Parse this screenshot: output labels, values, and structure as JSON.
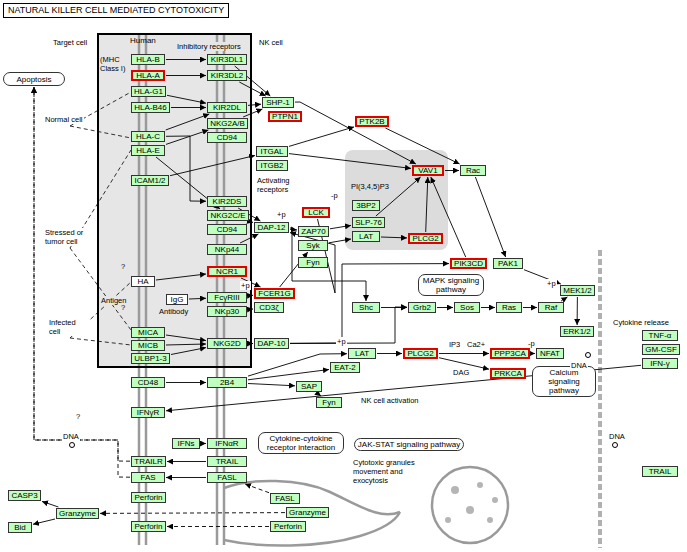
{
  "diagram": {
    "title": "NATURAL KILLER CELL MEDIATED CYTOTOXICITY",
    "nodes": [
      {
        "text": [
          "Human"
        ]
      },
      {
        "text": [
          "HLA-B"
        ],
        "in": 0
      },
      {
        "text": [
          "HLA-A"
        ],
        "in": 0
      },
      {
        "text": [
          "HLA-G1"
        ],
        "in": 0
      },
      {
        "text": [
          "HLA-B46"
        ],
        "in": 0
      },
      {
        "text": [
          "HLA-C"
        ],
        "in": 0
      },
      {
        "text": [
          "HLA-E"
        ],
        "in": 0
      },
      {
        "text": [
          "ICAM1/2"
        ],
        "in": 0
      },
      {
        "text": [
          "HA"
        ],
        "in": 0
      },
      {
        "text": [
          "IgG"
        ],
        "in": 0
      },
      {
        "text": [
          "MICA"
        ],
        "in": 0
      },
      {
        "text": [
          "MICB"
        ],
        "in": 0
      },
      {
        "text": [
          "ULBP1-3"
        ],
        "in": 0
      },
      {
        "text": [
          "KIR3DL1"
        ],
        "in": 0
      },
      {
        "text": [
          "KIR3DL2"
        ],
        "in": 0
      },
      {
        "text": [
          "KIR2DL"
        ],
        "in": 0
      },
      {
        "text": [
          "NKG2A/B"
        ],
        "in": 0
      },
      {
        "text": [
          "CD94"
        ],
        "in": 0
      },
      {
        "text": [
          "KIR2DS"
        ],
        "in": 0
      },
      {
        "text": [
          "NKG2C/E"
        ],
        "in": 0
      },
      {
        "text": [
          "CD94"
        ],
        "in": 0
      },
      {
        "text": [
          "NKp44"
        ],
        "in": 0
      },
      {
        "text": [
          "NCR1"
        ],
        "in": 0
      },
      {
        "text": [
          "FcγRIII"
        ],
        "in": 0
      },
      {
        "text": [
          "NKp30"
        ],
        "in": 0
      },
      {
        "text": [
          "NKG2D"
        ],
        "in": 0
      },
      {
        "text": [
          "ITGAL"
        ]
      },
      {
        "text": [
          "ITGB2"
        ]
      },
      {
        "text": [
          "SHP-1"
        ]
      },
      {
        "text": [
          "PTPN1"
        ]
      },
      {
        "text": [
          "PTK2B"
        ]
      },
      {
        "text": [
          "VAV1"
        ]
      },
      {
        "text": [
          "Rac"
        ]
      },
      {
        "text": [
          "DAP-12"
        ]
      },
      {
        "text": [
          "LCK"
        ]
      },
      {
        "text": [
          "3BP2"
        ]
      },
      {
        "text": [
          "SLP-76"
        ]
      },
      {
        "text": [
          "LAT"
        ]
      },
      {
        "text": [
          "ZAP70"
        ]
      },
      {
        "text": [
          "Syk"
        ]
      },
      {
        "text": [
          "Fyn"
        ]
      },
      {
        "text": [
          "PLCG2"
        ]
      },
      {
        "text": [
          "PIK3CD"
        ]
      },
      {
        "text": [
          "PAK1"
        ]
      },
      {
        "text": [
          "MEK1/2"
        ]
      },
      {
        "text": [
          "FCER1G"
        ]
      },
      {
        "text": [
          "CD3ζ"
        ]
      },
      {
        "text": [
          "Shc"
        ]
      },
      {
        "text": [
          "Grb2"
        ]
      },
      {
        "text": [
          "Sos"
        ]
      },
      {
        "text": [
          "Ras"
        ]
      },
      {
        "text": [
          "Raf"
        ]
      },
      {
        "text": [
          "MAPK signaling pathway"
        ]
      },
      {
        "text": [
          "DAP-10"
        ]
      },
      {
        "text": [
          "LAT"
        ]
      },
      {
        "text": [
          "PLCG2"
        ]
      },
      {
        "text": [
          "PPP3CA"
        ]
      },
      {
        "text": [
          "NFAT"
        ]
      },
      {
        "text": [
          "ERK1/2"
        ]
      },
      {
        "text": [
          "PRKCA"
        ]
      },
      {
        "text": [
          "Calcium signaling pathway"
        ]
      },
      {
        "text": [
          "EAT-2"
        ]
      },
      {
        "text": [
          "SAP"
        ]
      },
      {
        "text": [
          "Fyn"
        ]
      },
      {
        "text": [
          "CD48"
        ]
      },
      {
        "text": [
          "2B4"
        ]
      },
      {
        "text": [
          "TNF-α"
        ]
      },
      {
        "text": [
          "GM-CSF"
        ]
      },
      {
        "text": [
          "IFN-γ"
        ]
      },
      {
        "text": [
          "Apoptosis"
        ]
      },
      {
        "text": [
          "IFNγR"
        ]
      },
      {
        "text": [
          "IFNs"
        ]
      },
      {
        "text": [
          "IFNαR"
        ]
      },
      {
        "text": [
          "Cytokine-cytokine receptor interaction"
        ]
      },
      {
        "text": [
          "JAK-STAT signaling pathway"
        ]
      },
      {
        "text": [
          "TRAILR"
        ]
      },
      {
        "text": [
          "TRAIL"
        ]
      },
      {
        "text": [
          "FAS"
        ]
      },
      {
        "text": [
          "FASL"
        ]
      },
      {
        "text": [
          "TRAIL"
        ]
      },
      {
        "text": [
          "CASP3"
        ]
      },
      {
        "text": [
          "Granzyme"
        ]
      },
      {
        "text": [
          "Bid"
        ]
      },
      {
        "text": [
          "Perforin"
        ]
      },
      {
        "text": [
          "Perforin"
        ]
      },
      {
        "text": [
          "FASL"
        ]
      },
      {
        "text": [
          "Granzyme"
        ]
      },
      {
        "text": [
          "Perforin"
        ]
      }
    ],
    "edges": [
      {
        "from": 1,
        "to": 13,
        "arrow": "to"
      },
      {
        "from": 2,
        "to": 14,
        "arrow": "to"
      },
      {
        "from": 3,
        "to": 15,
        "arrow": "to"
      },
      {
        "from": 4,
        "to": 15,
        "arrow": "to"
      },
      {
        "from": 5,
        "to": 15,
        "arrow": "to"
      },
      {
        "from": 5,
        "to": 18,
        "arrow": "to"
      },
      {
        "from": 6,
        "to": 16,
        "arrow": "to"
      },
      {
        "from": 6,
        "to": 19,
        "arrow": "to"
      },
      {
        "from": 7,
        "to": 26,
        "arrow": "to"
      },
      {
        "from": 8,
        "to": 22,
        "arrow": "to"
      },
      {
        "from": 9,
        "to": 23,
        "arrow": "to"
      },
      {
        "from": 10,
        "to": 25,
        "arrow": "to"
      },
      {
        "from": 11,
        "to": 25,
        "arrow": "to"
      },
      {
        "from": 12,
        "to": 25,
        "arrow": "to"
      },
      {
        "from": 64,
        "to": 65,
        "arrow": "to"
      },
      {
        "from": 13,
        "to": 28,
        "arrow": "to"
      },
      {
        "from": 14,
        "to": 28,
        "arrow": "to"
      },
      {
        "from": 15,
        "to": 28,
        "arrow": "to"
      },
      {
        "from": 16,
        "to": 28,
        "arrow": "to"
      },
      {
        "from": 28,
        "to": 31,
        "arrow": "to"
      },
      {
        "from": 18,
        "to": 33,
        "arrow": "to"
      },
      {
        "from": 19,
        "to": 33,
        "arrow": "to"
      },
      {
        "from": 21,
        "to": 33,
        "arrow": "to"
      },
      {
        "from": 22,
        "to": 45,
        "arrow": "to"
      },
      {
        "from": 23,
        "to": 45,
        "arrow": "to"
      },
      {
        "from": 24,
        "to": 46,
        "arrow": "to"
      },
      {
        "from": 25,
        "to": 53,
        "arrow": "to"
      },
      {
        "from": 34,
        "to": 33,
        "arrow": "to"
      },
      {
        "from": 33,
        "to": 38,
        "arrow": "to"
      },
      {
        "from": 45,
        "to": 39,
        "arrow": "to"
      },
      {
        "from": 38,
        "to": 36,
        "arrow": "to"
      },
      {
        "from": 39,
        "to": 37,
        "arrow": "to"
      },
      {
        "from": 26,
        "to": 30,
        "arrow": "to"
      },
      {
        "from": 26,
        "to": 31,
        "arrow": "to"
      },
      {
        "from": 36,
        "to": 31,
        "arrow": "to"
      },
      {
        "from": 37,
        "to": 41,
        "arrow": "to"
      },
      {
        "from": 41,
        "to": 31,
        "arrow": "to"
      },
      {
        "from": 42,
        "to": 31,
        "arrow": "to"
      },
      {
        "from": 31,
        "to": 32,
        "arrow": "to"
      },
      {
        "from": 30,
        "to": 32,
        "arrow": "to"
      },
      {
        "from": 32,
        "to": 43,
        "arrow": "to"
      },
      {
        "from": 43,
        "to": 44,
        "arrow": "to"
      },
      {
        "from": 47,
        "to": 48,
        "arrow": "to"
      },
      {
        "from": 48,
        "to": 49,
        "arrow": "to"
      },
      {
        "from": 49,
        "to": 50,
        "arrow": "to"
      },
      {
        "from": 50,
        "to": 51,
        "arrow": "to"
      },
      {
        "from": 51,
        "to": 44,
        "arrow": "to"
      },
      {
        "from": 44,
        "to": 58,
        "arrow": "to"
      },
      {
        "from": 53,
        "to": 42,
        "arrow": "to"
      },
      {
        "from": 53,
        "to": 48,
        "arrow": "to"
      },
      {
        "from": 33,
        "to": 47,
        "arrow": "to"
      },
      {
        "from": 65,
        "to": 54,
        "arrow": "to"
      },
      {
        "from": 65,
        "to": 62,
        "arrow": "to"
      },
      {
        "from": 65,
        "to": 61,
        "arrow": "to"
      },
      {
        "from": 62,
        "to": 63,
        "arrow": "to"
      },
      {
        "from": 54,
        "to": 55,
        "arrow": "to"
      },
      {
        "from": 55,
        "to": 56,
        "arrow": "to"
      },
      {
        "from": 56,
        "to": 57,
        "arrow": "to"
      },
      {
        "from": 55,
        "to": 59,
        "arrow": "to"
      },
      {
        "from": 71,
        "to": 72,
        "arrow": "to"
      },
      {
        "from": 76,
        "to": 75,
        "arrow": "to"
      },
      {
        "from": 78,
        "to": 77,
        "arrow": "to"
      },
      {
        "from": 77,
        "to": 69,
        "arrow": "to"
      },
      {
        "from": 75,
        "to": 69,
        "arrow": "to"
      },
      {
        "from": 81,
        "to": 80,
        "arrow": "to"
      },
      {
        "from": 81,
        "to": 82,
        "arrow": "to"
      },
      {
        "from": 87,
        "to": 84,
        "arrow": "to"
      },
      {
        "from": 86,
        "to": 81,
        "arrow": "to"
      },
      {
        "from": 85,
        "to": 78,
        "arrow": "to"
      },
      {
        "from": 68,
        "to": 70,
        "arrow": "to"
      }
    ],
    "labels": [
      "Target cell",
      "NK cell",
      "(MHC Class I)",
      "Inhibitory receptors",
      "Activating receptors",
      "Normal cell",
      "Stressed or tumor cell",
      "Infected cell",
      "?",
      "?",
      "?",
      "Antigen",
      "Antibody",
      "+p",
      "+p",
      "-p",
      "+p",
      "+p",
      "-p",
      "PI(3,4,5)P3",
      "IP3",
      "Ca2+",
      "DAG",
      "NK cell activation",
      "Cytokine release",
      "DNA",
      "DNA",
      "DNA",
      "Cytotoxic granules movement and exocytosis"
    ]
  }
}
